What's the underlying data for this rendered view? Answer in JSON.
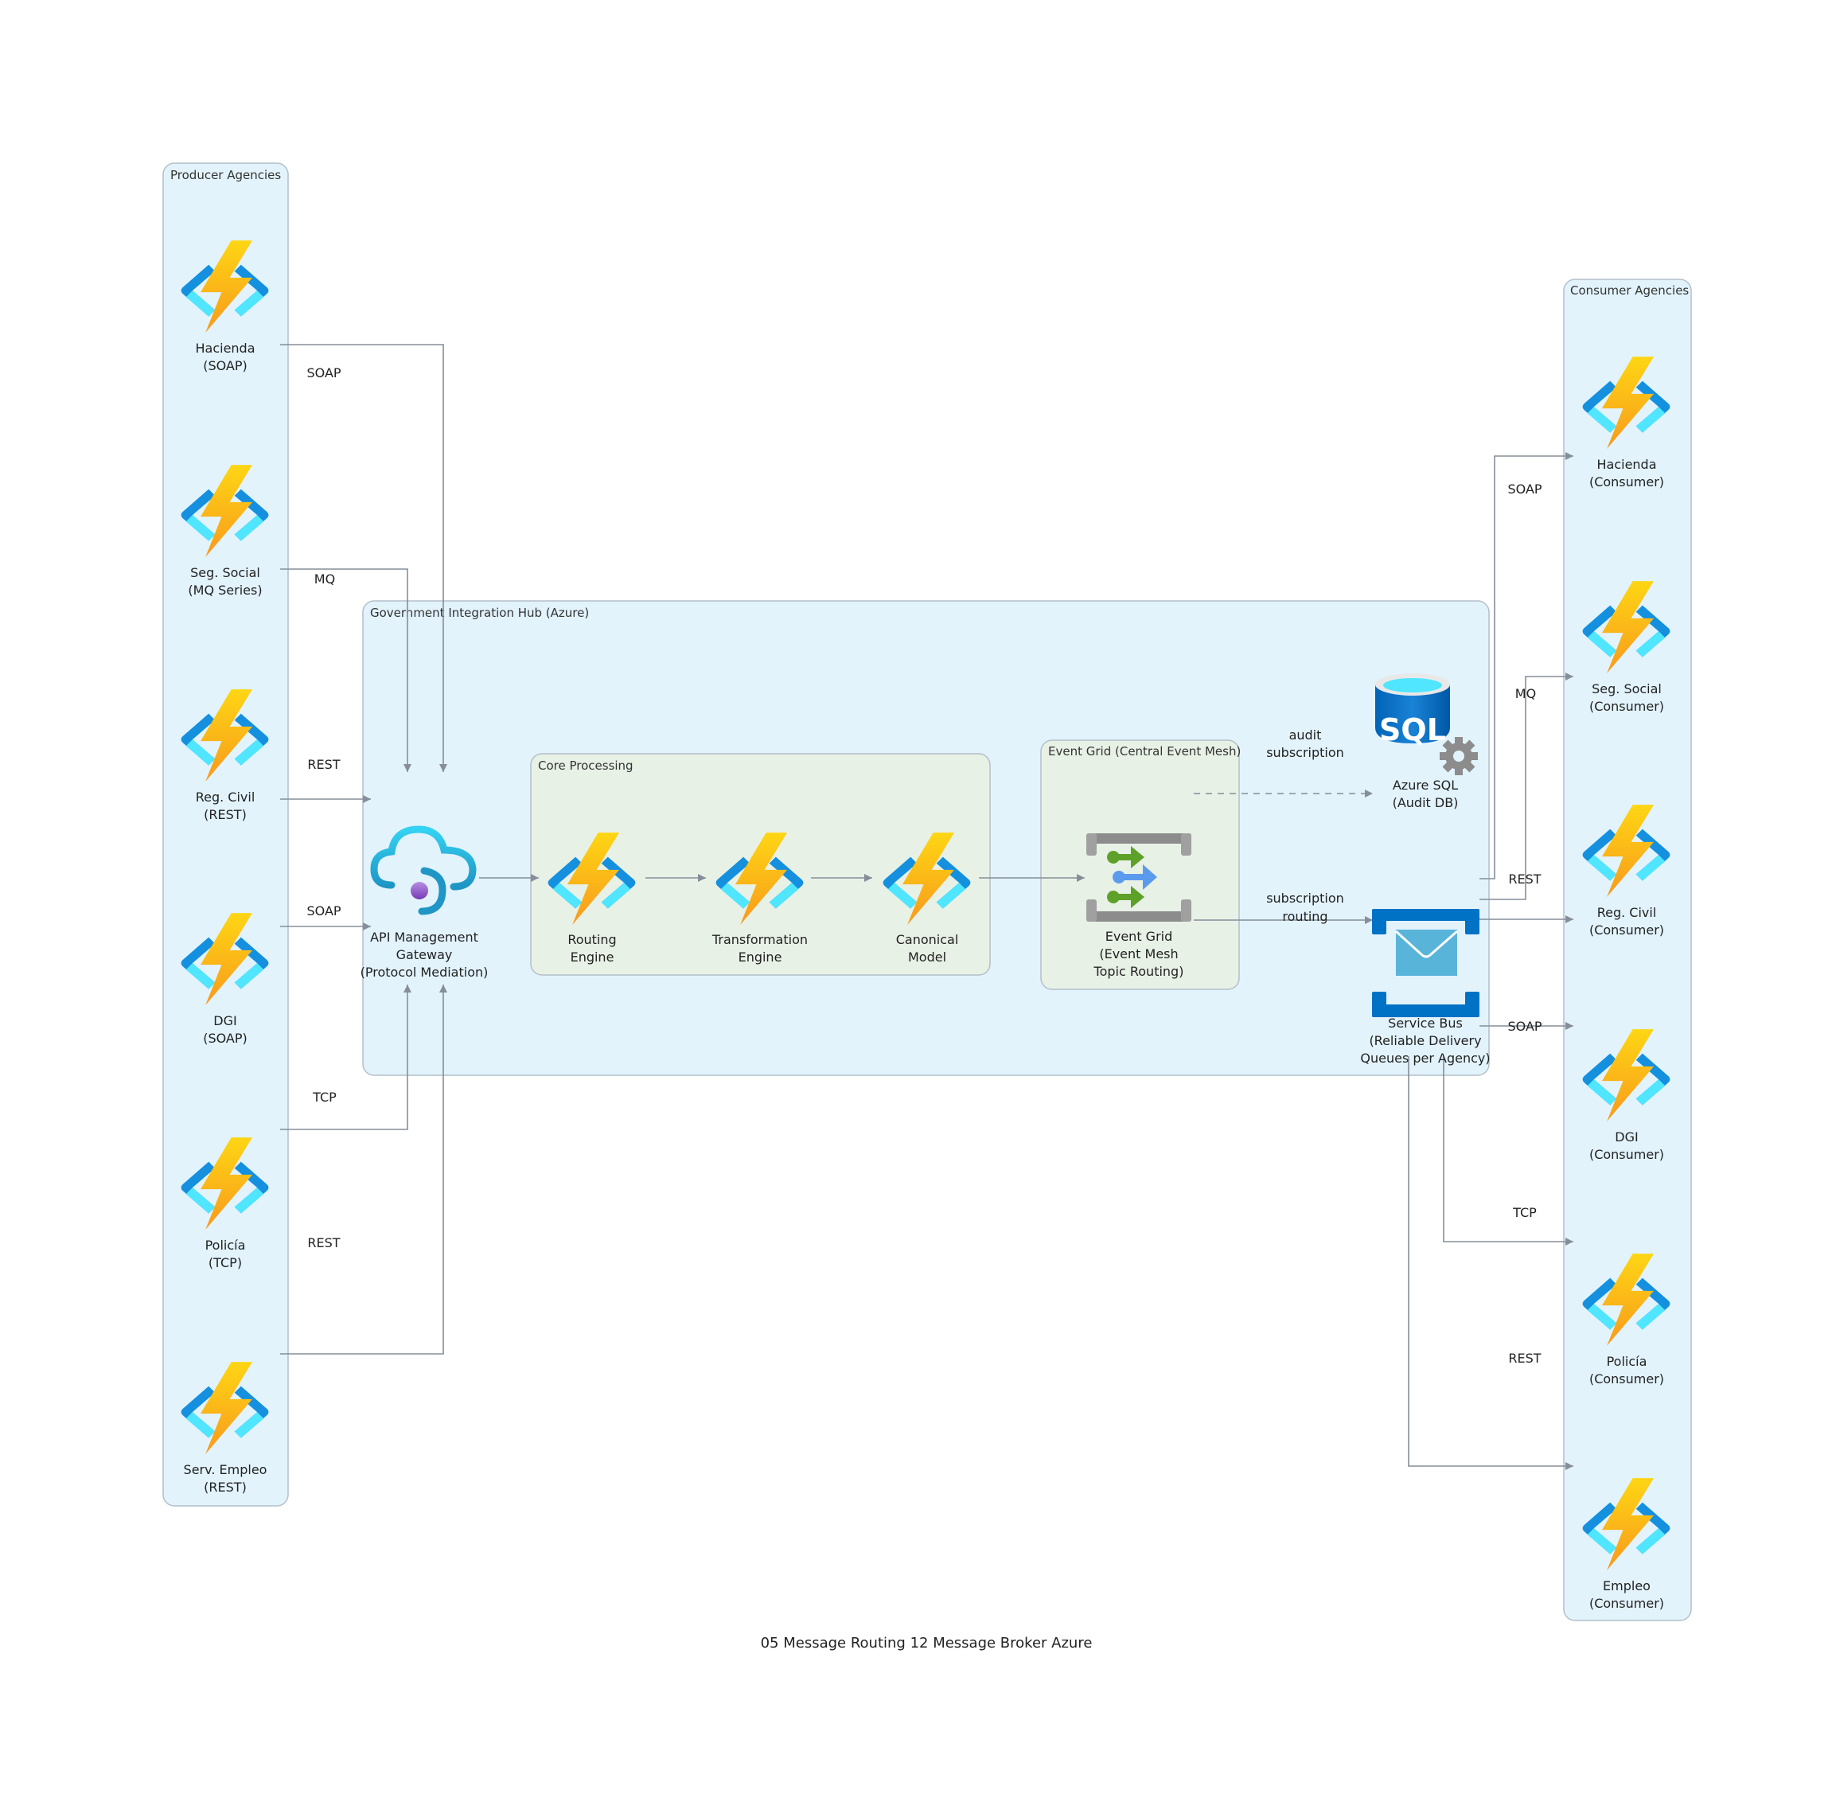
{
  "caption": "05 Message Routing 12 Message Broker Azure",
  "groups": {
    "producers": {
      "label": "Producer Agencies"
    },
    "consumers": {
      "label": "Consumer Agencies"
    },
    "hub": {
      "label": "Government Integration Hub (Azure)"
    },
    "core": {
      "label": "Core Processing"
    },
    "eventgrid": {
      "label": "Event Grid (Central Event Mesh)"
    }
  },
  "colors": {
    "container_fill": "#e2f3fc",
    "container_stroke": "#b3bfc9",
    "subgroup_fill": "#e8f1e6",
    "edge": "#858e99"
  },
  "producers": [
    {
      "line1": "Hacienda",
      "line2": "(SOAP)",
      "icon": "azure-function-icon"
    },
    {
      "line1": "Seg. Social",
      "line2": "(MQ Series)",
      "icon": "azure-function-icon"
    },
    {
      "line1": "Reg. Civil",
      "line2": "(REST)",
      "icon": "azure-function-icon"
    },
    {
      "line1": "DGI",
      "line2": "(SOAP)",
      "icon": "azure-function-icon"
    },
    {
      "line1": "Policía",
      "line2": "(TCP)",
      "icon": "azure-function-icon"
    },
    {
      "line1": "Serv. Empleo",
      "line2": "(REST)",
      "icon": "azure-function-icon"
    }
  ],
  "consumers": [
    {
      "line1": "Hacienda",
      "line2": "(Consumer)",
      "icon": "azure-function-icon"
    },
    {
      "line1": "Seg. Social",
      "line2": "(Consumer)",
      "icon": "azure-function-icon"
    },
    {
      "line1": "Reg. Civil",
      "line2": "(Consumer)",
      "icon": "azure-function-icon"
    },
    {
      "line1": "DGI",
      "line2": "(Consumer)",
      "icon": "azure-function-icon"
    },
    {
      "line1": "Policía",
      "line2": "(Consumer)",
      "icon": "azure-function-icon"
    },
    {
      "line1": "Empleo",
      "line2": "(Consumer)",
      "icon": "azure-function-icon"
    }
  ],
  "hub_nodes": {
    "apim": {
      "lines": [
        "API Management",
        "Gateway",
        "(Protocol Mediation)"
      ],
      "icon": "api-management-icon"
    },
    "routing": {
      "lines": [
        "Routing",
        "Engine"
      ],
      "icon": "azure-function-icon"
    },
    "transform": {
      "lines": [
        "Transformation",
        "Engine"
      ],
      "icon": "azure-function-icon"
    },
    "canonical": {
      "lines": [
        "Canonical",
        "Model"
      ],
      "icon": "azure-function-icon"
    },
    "eventgrid": {
      "lines": [
        "Event Grid",
        "(Event Mesh",
        "Topic Routing)"
      ],
      "icon": "event-grid-icon"
    },
    "sql": {
      "lines": [
        "Azure SQL",
        "(Audit DB)"
      ],
      "icon": "azure-sql-icon"
    },
    "servicebus": {
      "lines": [
        "Service Bus",
        "(Reliable Delivery",
        "Queues per Agency)"
      ],
      "icon": "service-bus-icon"
    }
  },
  "edge_labels": {
    "in_hacienda": "SOAP",
    "in_segsocial": "MQ",
    "in_regcivil": "REST",
    "in_dgi": "SOAP",
    "in_policia": "TCP",
    "in_empleo": "REST",
    "audit": [
      "audit",
      "subscription"
    ],
    "subscription": [
      "subscription",
      "routing"
    ],
    "out_hacienda": "SOAP",
    "out_segsocial": "MQ",
    "out_regcivil": "REST",
    "out_dgi": "SOAP",
    "out_policia": "TCP",
    "out_empleo": "REST"
  }
}
